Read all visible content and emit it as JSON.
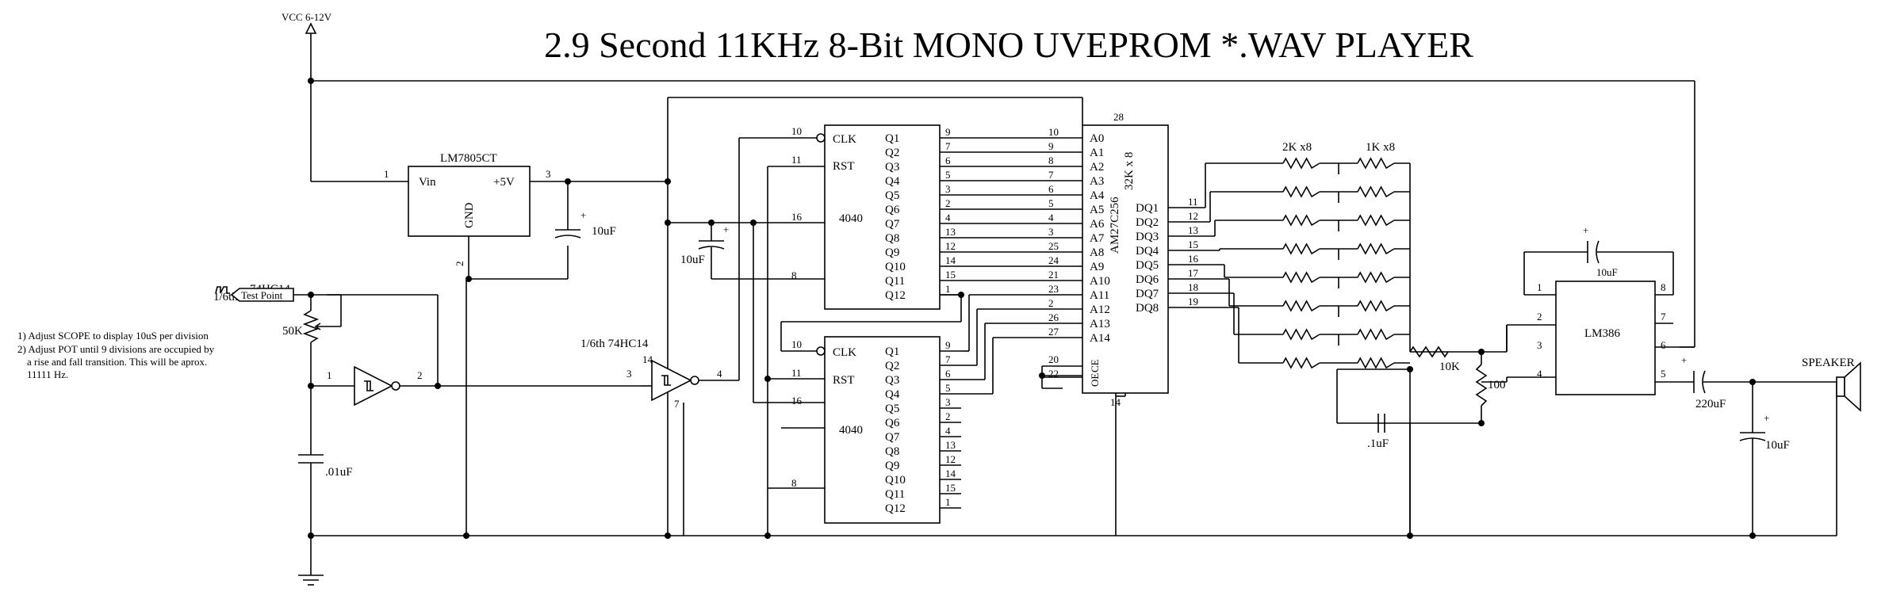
{
  "title": "2.9 Second 11KHz 8-Bit MONO UVEPROM *.WAV PLAYER",
  "notes": [
    "1) Adjust SCOPE to display 10uS per division",
    "2) Adjust POT until 9 divisions are occupied by",
    "a rise and fall transition.  This will be aprox.",
    "11111  Hz."
  ],
  "power": {
    "vcc": "VCC 6-12V",
    "test_point": "Test Point"
  },
  "regulator": {
    "name": "LM7805CT",
    "vin": "Vin",
    "vout": "+5V",
    "gnd": "GND",
    "pin_in": "1",
    "pin_out": "3",
    "pin_gnd": "2"
  },
  "schmitt_a": {
    "frac": "1/6th",
    "name": "74HC14",
    "pin_in": "1",
    "pin_out": "2"
  },
  "schmitt_b": {
    "label": "1/6th 74HC14",
    "pin_in": "3",
    "pin_out": "4",
    "pin_vcc": "14",
    "pin_gnd": "7"
  },
  "counter_top": {
    "name": "4040",
    "clk": "CLK",
    "rst": "RST",
    "pin_clk": "10",
    "pin_rst": "11",
    "pin_vcc": "16",
    "pin_gnd": "8",
    "outputs": [
      "Q1",
      "Q2",
      "Q3",
      "Q4",
      "Q5",
      "Q6",
      "Q7",
      "Q8",
      "Q9",
      "Q10",
      "Q11",
      "Q12"
    ],
    "out_pins": [
      "9",
      "7",
      "6",
      "5",
      "3",
      "2",
      "4",
      "13",
      "12",
      "14",
      "15",
      "1"
    ]
  },
  "counter_bottom": {
    "name": "4040",
    "clk": "CLK",
    "rst": "RST",
    "pin_clk": "10",
    "pin_rst": "11",
    "pin_vcc": "16",
    "pin_gnd": "8",
    "outputs": [
      "Q1",
      "Q2",
      "Q3",
      "Q4",
      "Q5",
      "Q6",
      "Q7",
      "Q8",
      "Q9",
      "Q10",
      "Q11",
      "Q12"
    ],
    "out_pins": [
      "9",
      "7",
      "6",
      "5",
      "3",
      "2",
      "4",
      "13",
      "12",
      "14",
      "15",
      "1"
    ]
  },
  "eprom": {
    "name": "AM27C256",
    "org": "32K x 8",
    "pin_vcc": "28",
    "pin_gnd": "14",
    "pin_ce": "20",
    "pin_oe": "22",
    "ce": "CE",
    "oe": "OE",
    "address": [
      "A0",
      "A1",
      "A2",
      "A3",
      "A4",
      "A5",
      "A6",
      "A7",
      "A8",
      "A9",
      "A10",
      "A11",
      "A12",
      "A13",
      "A14"
    ],
    "address_pins": [
      "10",
      "9",
      "8",
      "7",
      "6",
      "5",
      "4",
      "3",
      "25",
      "24",
      "21",
      "23",
      "2",
      "26",
      "27"
    ],
    "data": [
      "DQ1",
      "DQ2",
      "DQ3",
      "DQ4",
      "DQ5",
      "DQ6",
      "DQ7",
      "DQ8"
    ],
    "data_pins": [
      "11",
      "12",
      "13",
      "15",
      "16",
      "17",
      "18",
      "19"
    ]
  },
  "ladder": {
    "r2k": "2K x8",
    "r1k": "1K x8"
  },
  "components": {
    "c_reg": "10uF",
    "c_counter": "10uF",
    "c_timing": ".01uF",
    "pot": "50K",
    "r_series": "10K",
    "r_shunt": "100",
    "c_shunt": ".1uF",
    "c_feedback": "10uF",
    "c_out": "220uF",
    "c_bypass": "10uF",
    "plus": "+"
  },
  "amp": {
    "name": "LM386",
    "pins": [
      "1",
      "2",
      "3",
      "4",
      "5",
      "6",
      "7",
      "8"
    ]
  },
  "speaker": "SPEAKER"
}
